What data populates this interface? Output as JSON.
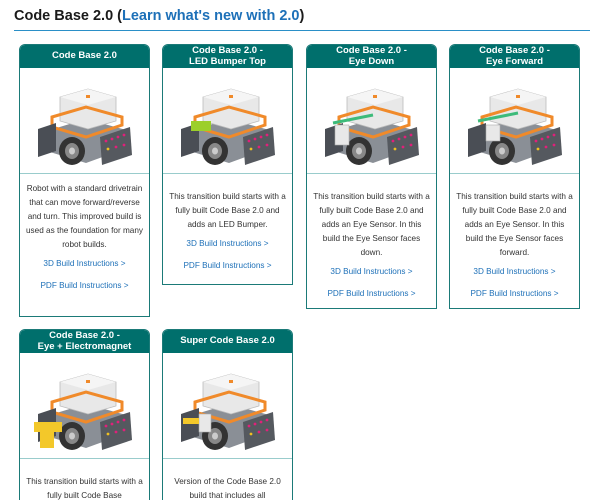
{
  "heading": {
    "title": "Code Base 2.0",
    "open_paren": " (",
    "link": "Learn what's new with 2.0",
    "close_paren": ")"
  },
  "cards": [
    {
      "title": "Code Base 2.0",
      "description": "Robot with a standard drivetrain that can move forward/reverse and turn. This improved build is used as the foundation for many robot builds.",
      "links": [
        "3D Build Instructions >",
        "PDF Build Instructions >"
      ],
      "image_icon": "robot-image"
    },
    {
      "title": "Code Base 2.0 -\nLED Bumper Top",
      "description": "This transition build starts with a fully built Code Base 2.0 and adds an LED Bumper.",
      "links": [
        "3D Build Instructions >",
        "PDF Build Instructions >"
      ],
      "image_icon": "robot-image"
    },
    {
      "title": "Code Base 2.0 -\nEye Down",
      "description": "This transition build starts with a fully built Code Base 2.0 and adds an Eye Sensor. In this build the Eye Sensor faces down.",
      "links": [
        "3D Build Instructions >",
        "PDF Build Instructions >"
      ],
      "image_icon": "robot-image"
    },
    {
      "title": "Code Base 2.0 -\nEye Forward",
      "description": "This transition build starts with a fully built Code Base 2.0 and adds an Eye Sensor. In this build the Eye Sensor faces forward.",
      "links": [
        "3D Build Instructions >",
        "PDF Build Instructions >"
      ],
      "image_icon": "robot-image"
    },
    {
      "title": "Code Base 2.0 -\nEye + Electromagnet",
      "description": "This transition build starts with a fully built Code Base",
      "links": [],
      "image_icon": "robot-image"
    },
    {
      "title": "Super Code Base 2.0",
      "description": "Version of the Code Base 2.0 build that includes all",
      "links": [],
      "image_icon": "robot-image"
    }
  ],
  "colors": {
    "header_bg": "#006f6c",
    "link": "#1d70b8",
    "divider": "#2a8fc7"
  }
}
